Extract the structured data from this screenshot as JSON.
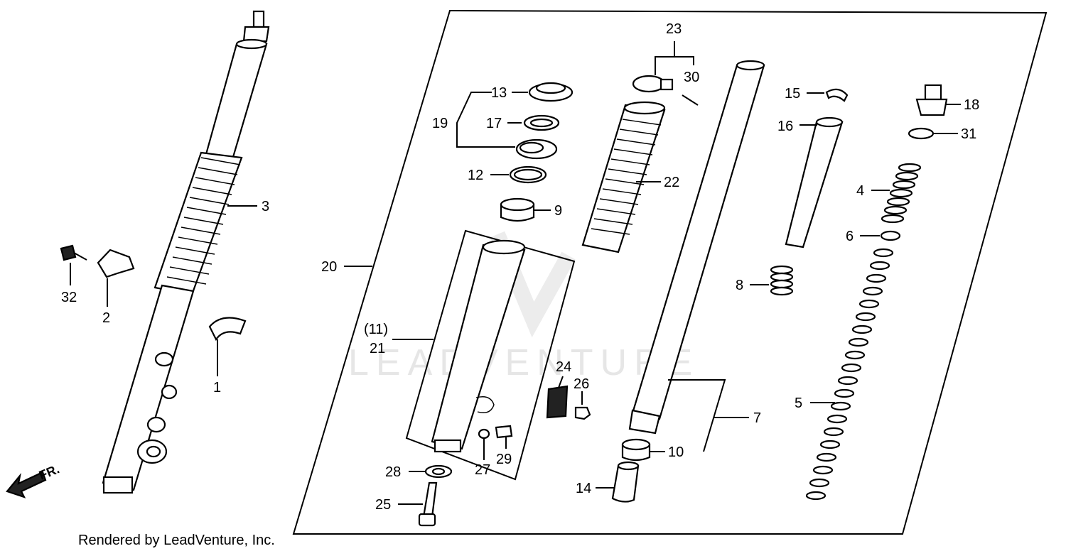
{
  "diagram": {
    "watermark_text": "LEADVENTURE",
    "credit_text": "Rendered by LeadVenture, Inc.",
    "direction_label": "FR.",
    "labels": {
      "p1": "1",
      "p2": "2",
      "p3": "3",
      "p4": "4",
      "p5": "5",
      "p6": "6",
      "p7": "7",
      "p8": "8",
      "p9": "9",
      "p10": "10",
      "p11": "(11)",
      "p12": "12",
      "p13": "13",
      "p14": "14",
      "p15": "15",
      "p16": "16",
      "p17": "17",
      "p18": "18",
      "p19": "19",
      "p20": "20",
      "p21": "21",
      "p22": "22",
      "p23": "23",
      "p24": "24",
      "p25": "25",
      "p26": "26",
      "p27": "27",
      "p28": "28",
      "p29": "29",
      "p30": "30",
      "p31": "31",
      "p32": "32"
    }
  }
}
